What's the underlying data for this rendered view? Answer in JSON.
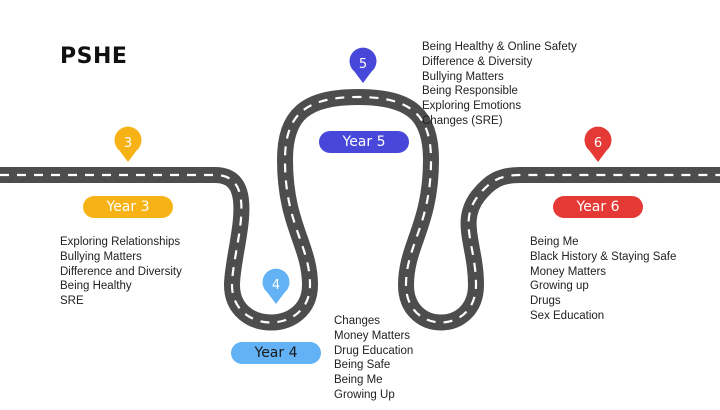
{
  "title": "PSHE",
  "colors": {
    "road": "#4d4d4d",
    "dash": "#ffffff",
    "year3": "#f7b316",
    "year4": "#62b2f5",
    "year5": "#4747d9",
    "year6": "#e53935"
  },
  "years": [
    {
      "pin": "3",
      "label": "Year 3",
      "color_key": "year3",
      "topics": [
        "Exploring Relationships",
        "Bullying Matters",
        "Difference and Diversity",
        "Being Healthy",
        "SRE"
      ]
    },
    {
      "pin": "4",
      "label": "Year 4",
      "color_key": "year4",
      "topics": [
        "Changes",
        "Money Matters",
        "Drug Education",
        "Being Safe",
        "Being Me",
        "Growing Up"
      ]
    },
    {
      "pin": "5",
      "label": "Year 5",
      "color_key": "year5",
      "topics": [
        "Being Healthy & Online Safety",
        "Difference & Diversity",
        "Bullying Matters",
        "Being Responsible",
        "Exploring Emotions",
        "Changes (SRE)"
      ]
    },
    {
      "pin": "6",
      "label": "Year 6",
      "color_key": "year6",
      "topics": [
        "Being Me",
        "Black History & Staying Safe",
        "Money Matters",
        "Growing up",
        "Drugs",
        "Sex Education"
      ]
    }
  ]
}
